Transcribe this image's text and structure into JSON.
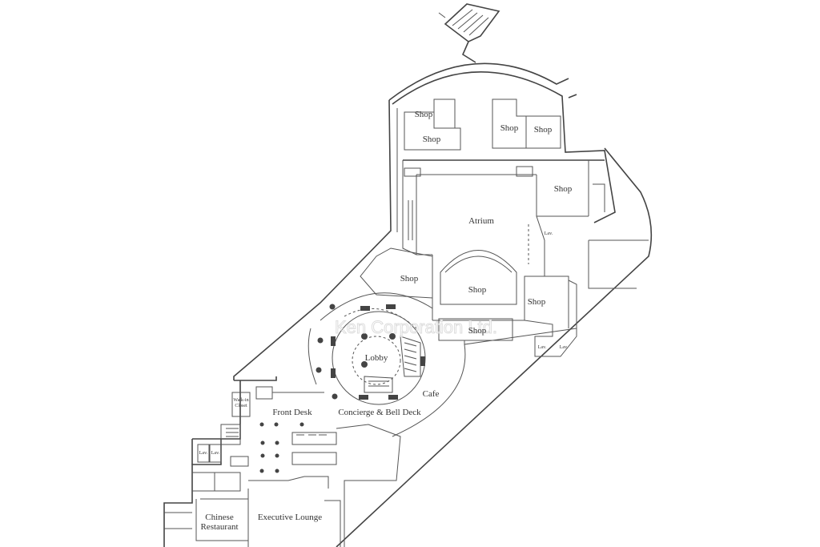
{
  "watermark": "Ken Corporation Ltd.",
  "rooms": {
    "shop_1": "Shop",
    "shop_2": "Shop",
    "shop_3": "Shop",
    "shop_4": "Shop",
    "shop_5": "Shop",
    "shop_6": "Shop",
    "shop_7": "Shop",
    "shop_8": "Shop",
    "shop_9": "Shop",
    "atrium": "Atrium",
    "lobby": "Lobby",
    "cafe": "Cafe",
    "front_desk": "Front Desk",
    "concierge": "Concierge & Bell Deck",
    "walk_in_closet_1": "Walk-in",
    "walk_in_closet_2": "Closet",
    "chinese_restaurant_1": "Chinese",
    "chinese_restaurant_2": "Restaurant",
    "executive_lounge": "Executive Lounge",
    "lav_1": "Lav.",
    "lav_2": "Lav.",
    "lav_3": "Lav.",
    "lav_4": "Lav.",
    "lav_5": "Lav."
  }
}
